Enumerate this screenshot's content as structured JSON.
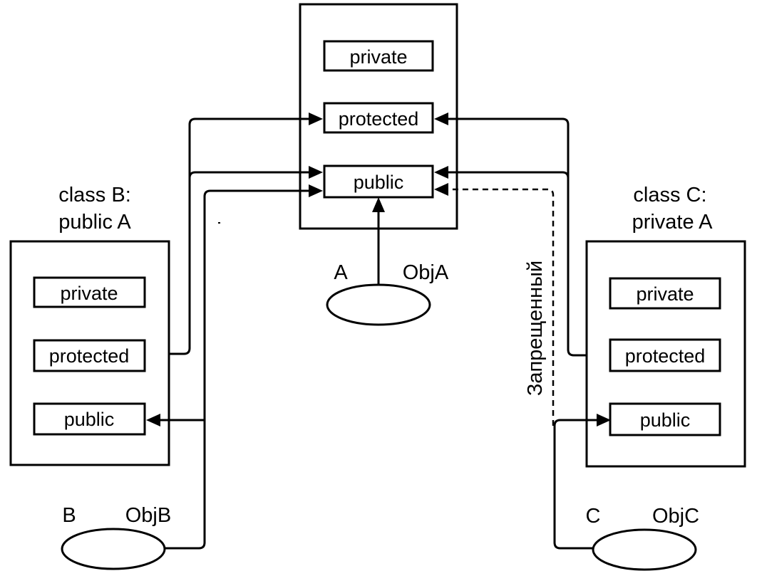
{
  "class_a": {
    "members": {
      "private": "private",
      "protected": "protected",
      "public": "public"
    },
    "name": "A",
    "object": "ObjA"
  },
  "class_b": {
    "title_line1": "class B:",
    "title_line2": "public A",
    "members": {
      "private": "private",
      "protected": "protected",
      "public": "public"
    },
    "name": "B",
    "object": "ObjB"
  },
  "class_c": {
    "title_line1": "class C:",
    "title_line2": "private A",
    "members": {
      "private": "private",
      "protected": "protected",
      "public": "public"
    },
    "name": "C",
    "object": "ObjC"
  },
  "forbidden_label": "Запрещенный"
}
